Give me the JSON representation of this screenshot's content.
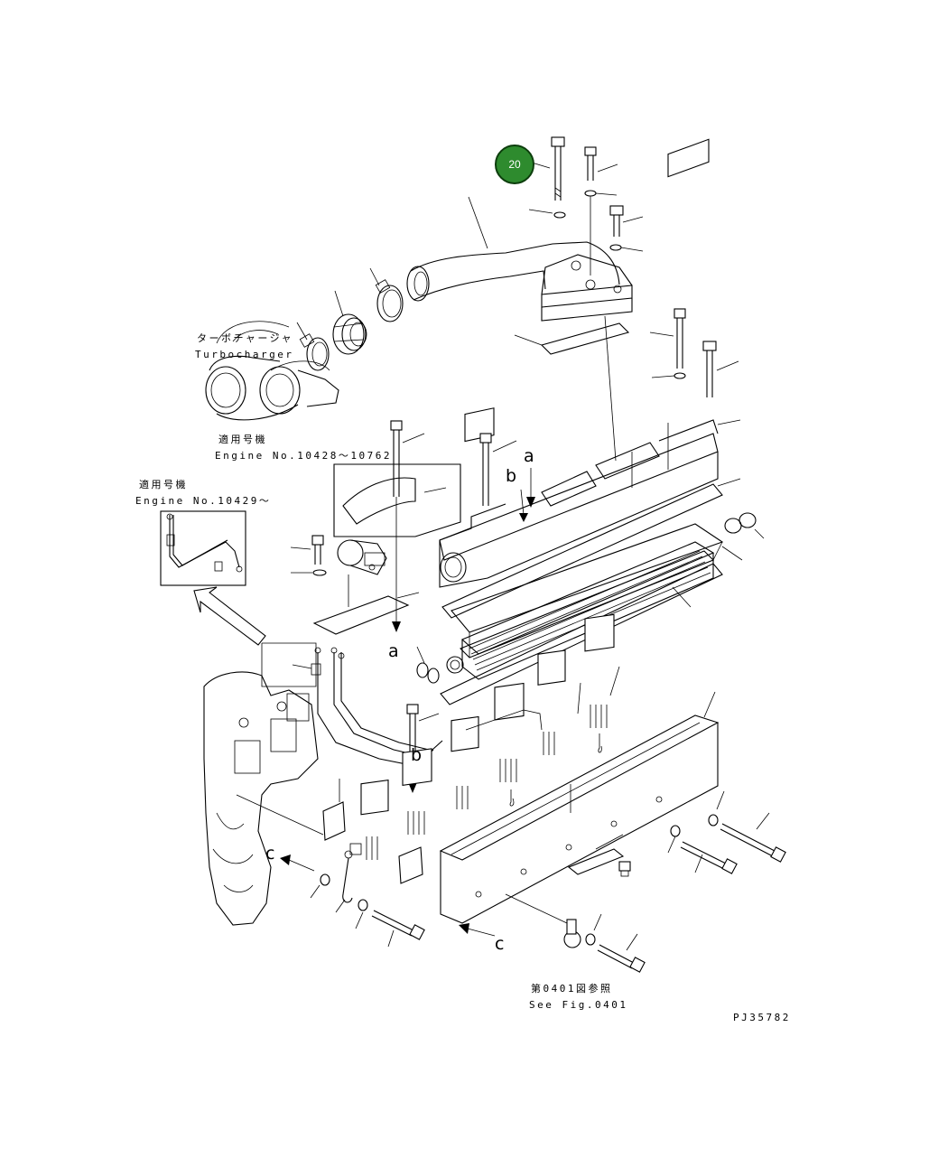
{
  "callout": {
    "number": "20",
    "color": "#2e8b2e"
  },
  "turbo_label": {
    "jp": "ターボチャージャ",
    "en": "Turbocharger"
  },
  "applicability_1": {
    "jp": "適用号機",
    "en": "Engine No.10428～10762"
  },
  "applicability_2": {
    "jp": "適用号機",
    "en": "Engine No.10429～"
  },
  "view_markers": {
    "a_top": "a",
    "a_bottom": "a",
    "b_top": "b",
    "b_bottom": "b",
    "c_left": "c",
    "c_right": "c"
  },
  "reference": {
    "jp": "第0401図参照",
    "en": "See Fig.0401"
  },
  "drawing_id": "PJ35782"
}
